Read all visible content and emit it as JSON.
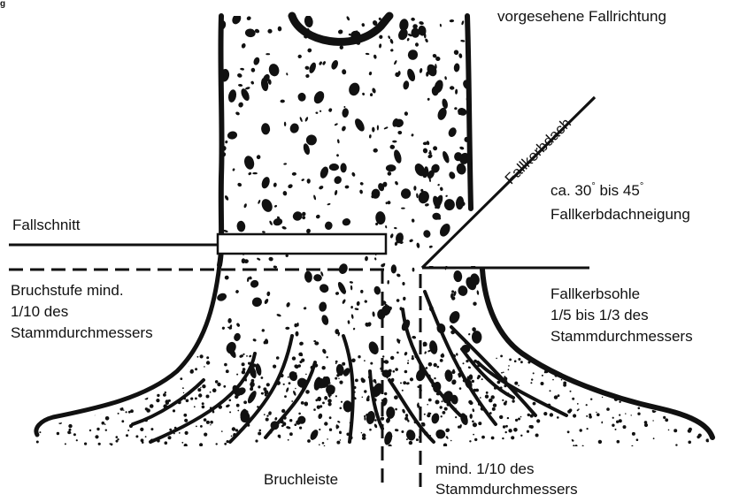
{
  "corner_mark": "g",
  "labels": {
    "direction": "vorgesehene Fallrichtung",
    "kerf_roof": "Fallkerbdach",
    "angle_prefix": "ca. 30",
    "angle_mid": " bis 45",
    "degree_symbol": "°",
    "angle_line2": "Fallkerbdachneigung",
    "felling_cut": "Fallschnitt",
    "step_line1": "Bruchstufe mind.",
    "step_line2": "1/10 des",
    "step_line3": "Stammdurchmessers",
    "sole_line1": "Fallkerbsohle",
    "sole_line2": "1/5 bis 1/3 des",
    "sole_line3": "Stammdurchmessers",
    "hinge": "Bruchleiste",
    "hinge_min_line1": "mind. 1/10 des",
    "hinge_min_line2": "Stammdurchmessers"
  },
  "colors": {
    "ink": "#111111",
    "background": "#ffffff"
  }
}
